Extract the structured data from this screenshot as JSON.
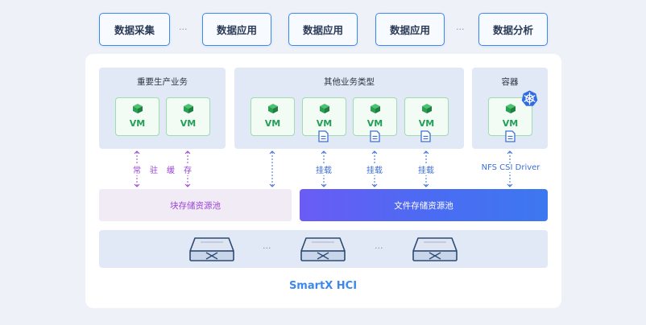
{
  "top_row": {
    "items": [
      "数据采集",
      "数据应用",
      "数据应用",
      "数据应用",
      "数据分析"
    ],
    "ellipsis": "···"
  },
  "groups": {
    "critical": {
      "title": "重要生产业务"
    },
    "other": {
      "title": "其他业务类型"
    },
    "container": {
      "title": "容器"
    }
  },
  "vm_label": "VM",
  "connectors": {
    "cache_chars": [
      "常",
      "驻",
      "缓",
      "存"
    ],
    "mount": "挂载",
    "nfs": "NFS CSI Driver"
  },
  "pools": {
    "block": "块存储资源池",
    "file": "文件存储资源池"
  },
  "servers": {
    "ellipsis": "···"
  },
  "brand": "SmartX HCI",
  "colors": {
    "accent_blue": "#3d88f0",
    "vm_green": "#23a058",
    "cache_purple": "#9a44d6",
    "group_bg": "#e1e9f6"
  },
  "icons": [
    "cube-icon",
    "document-icon",
    "kubernetes-icon",
    "server-icon",
    "double-arrow-icon"
  ]
}
